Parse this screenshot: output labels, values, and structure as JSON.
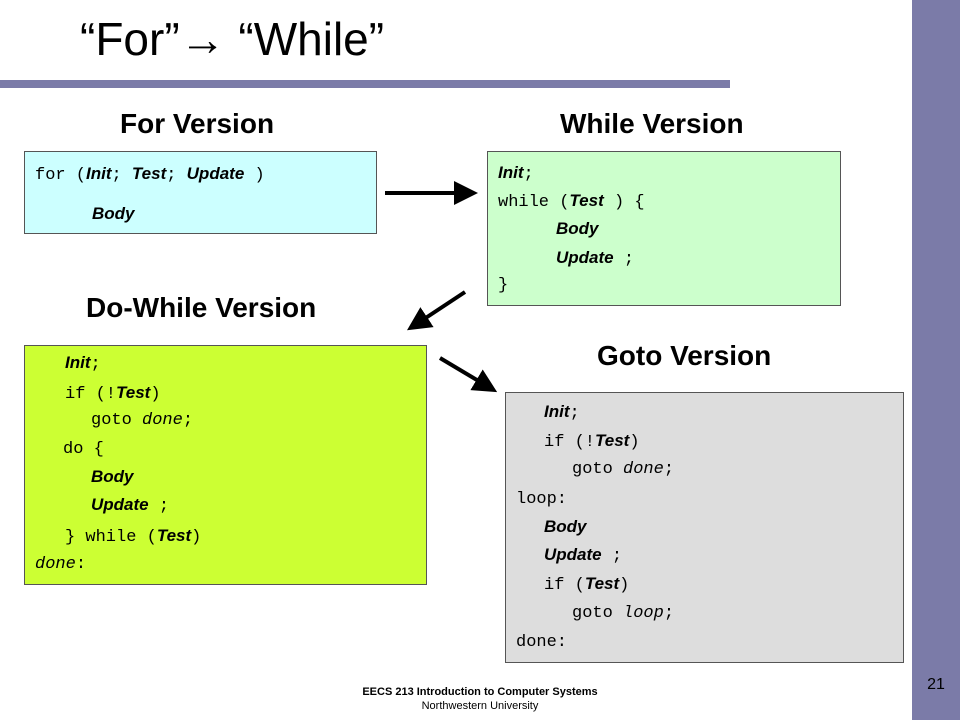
{
  "slide": {
    "title": "“For”→ “While”",
    "page_number": "21",
    "footer_line1": "EECS 213 Introduction to Computer Systems",
    "footer_line2": "Northwestern University"
  },
  "headings": {
    "for": "For Version",
    "while": "While Version",
    "dowhile": "Do-While Version",
    "goto": "Goto Version"
  },
  "code": {
    "for": {
      "l1_for": "for (",
      "l1_init": "Init",
      "l1_s1": "; ",
      "l1_test": "Test",
      "l1_s2": "; ",
      "l1_update": "Update",
      "l1_close": " )",
      "l2_body": "Body"
    },
    "while": {
      "l1_init": "Init",
      "l1_semi": ";",
      "l2_kw": "while (",
      "l2_test": "Test",
      "l2_close": " ) {",
      "l3_body": "Body",
      "l4_update": "Update",
      "l4_semi": " ;",
      "l5": "}"
    },
    "dowhile": {
      "l1_init": "Init",
      "l1_semi": ";",
      "l2_kw": "if (!",
      "l2_test": "Test",
      "l2_close": ")",
      "l3_goto": "goto ",
      "l3_done": "done",
      "l3_semi": ";",
      "l4": "do {",
      "l5_body": "Body",
      "l6_update": "Update",
      "l6_semi": " ;",
      "l7_kw": "} while (",
      "l7_test": "Test",
      "l7_close": ")",
      "l8_done": "done",
      "l8_colon": ":"
    },
    "goto": {
      "l1_init": "Init",
      "l1_semi": ";",
      "l2_kw": "if (!",
      "l2_test": "Test",
      "l2_close": ")",
      "l3_goto": "goto ",
      "l3_done": "done",
      "l3_semi": ";",
      "l4": "loop:",
      "l5_body": "Body",
      "l6_update": "Update",
      "l6_semi": " ;",
      "l7_kw": "if (",
      "l7_test": "Test",
      "l7_close": ")",
      "l8_goto": "goto ",
      "l8_loop": "loop",
      "l8_semi": ";",
      "l9": "done:"
    }
  },
  "colors": {
    "sidebar": "#7b7ba8",
    "for_box": "#ccffff",
    "while_box": "#ccffcc",
    "dowhile_box": "#ccff33",
    "goto_box": "#dddddd"
  }
}
